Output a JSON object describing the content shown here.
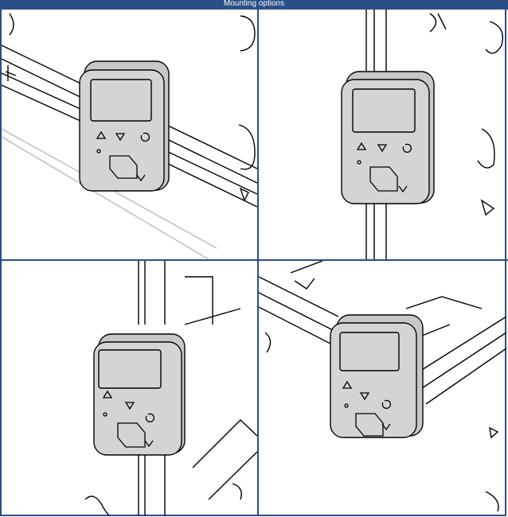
{
  "header": {
    "title": "Mounting options"
  },
  "panels": [
    {
      "id": "horizontal-rail"
    },
    {
      "id": "vertical-rail"
    },
    {
      "id": "vertical-post-corner"
    },
    {
      "id": "horizontal-frame-corner"
    }
  ],
  "colors": {
    "accent": "#2a4f86",
    "housing": "#c8c8c8",
    "line": "#000000"
  }
}
